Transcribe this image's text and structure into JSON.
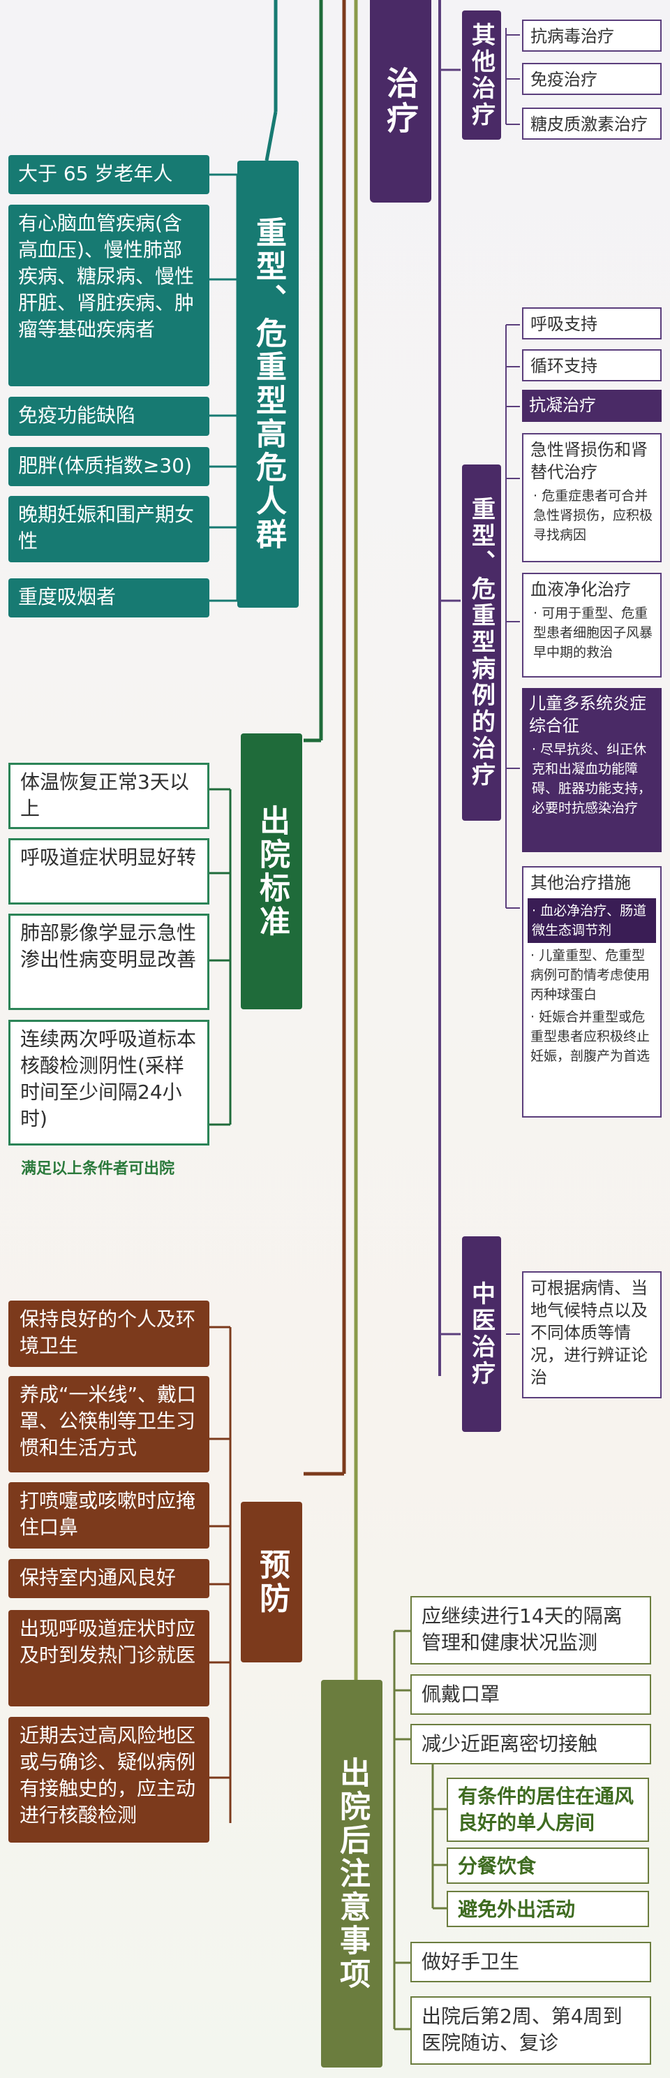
{
  "treatment": {
    "title": "治疗",
    "other": {
      "label": "其他治疗",
      "items": [
        "抗病毒治疗",
        "免疫治疗",
        "糖皮质激素治疗"
      ]
    },
    "severe": {
      "label": "重型、危重型病例的治疗",
      "items": [
        {
          "label": "呼吸支持"
        },
        {
          "label": "循环支持"
        },
        {
          "label": "抗凝治疗"
        },
        {
          "label": "急性肾损伤和肾替代治疗",
          "sub": "· 危重症患者可合并急性肾损伤，应积极寻找病因"
        },
        {
          "label": "血液净化治疗",
          "sub": "· 可用于重型、危重型患者细胞因子风暴早中期的救治"
        },
        {
          "label": "儿童多系统炎症综合征",
          "sub": "· 尽早抗炎、纠正休克和出凝血功能障碍、脏器功能支持，必要时抗感染治疗"
        },
        {
          "label": "其他治疗措施",
          "subs": [
            "· 血必净治疗、肠道微生态调节剂",
            "· 儿童重型、危重型病例可酌情考虑使用丙种球蛋白",
            "· 妊娠合并重型或危重型患者应积极终止妊娠，剖腹产为首选"
          ]
        }
      ]
    },
    "tcm": {
      "label": "中医治疗",
      "text": "可根据病情、当地气候特点以及不同体质等情况，进行辨证论治"
    }
  },
  "high_risk": {
    "title": "重型、危重型高危人群",
    "items": [
      "大于 65 岁老年人",
      "有心脑血管疾病(含高血压)、慢性肺部疾病、糖尿病、慢性肝脏、肾脏疾病、肿瘤等基础疾病者",
      "免疫功能缺陷",
      "肥胖(体质指数≥30)",
      "晚期妊娠和围产期女性",
      "重度吸烟者"
    ]
  },
  "discharge": {
    "title": "出院标准",
    "items": [
      "体温恢复正常3天以上",
      "呼吸道症状明显好转",
      "肺部影像学显示急性渗出性病变明显改善",
      "连续两次呼吸道标本核酸检测阴性(采样时间至少间隔24小时)"
    ],
    "note": "满足以上条件者可出院"
  },
  "prevention": {
    "title": "预防",
    "items": [
      "保持良好的个人及环境卫生",
      "养成“一米线”、戴口罩、公筷制等卫生习惯和生活方式",
      "打喷嚏或咳嗽时应掩住口鼻",
      "保持室内通风良好",
      "出现呼吸道症状时应及时到发热门诊就医",
      "近期去过高风险地区或与确诊、疑似病例有接触史的，应主动进行核酸检测"
    ]
  },
  "after": {
    "title": "出院后注意事项",
    "items": [
      "应继续进行14天的隔离管理和健康状况监测",
      "佩戴口罩",
      "减少近距离密切接触",
      "做好手卫生",
      "出院后第2周、第4周到医院随访、复诊"
    ],
    "sub_items": [
      "有条件的居住在通风良好的单人房间",
      "分餐饮食",
      "避免外出活动"
    ]
  },
  "colors": {
    "treatment": "#4a2a66",
    "high_risk": "#177a72",
    "discharge": "#1f6b3a",
    "prevention": "#7c3a1c",
    "after": "#6b7d3e"
  }
}
